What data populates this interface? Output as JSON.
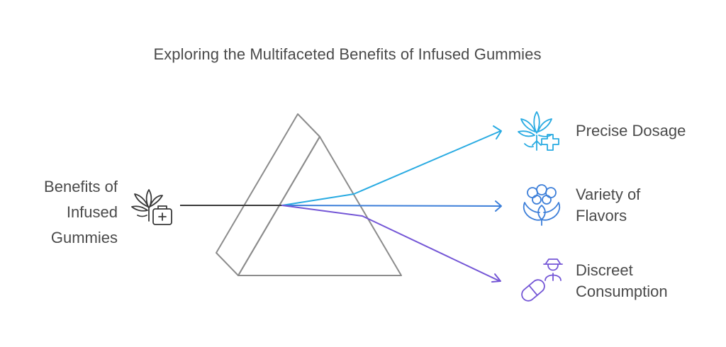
{
  "title": "Exploring the Multifaceted Benefits of Infused Gummies",
  "source": {
    "lines": [
      "Benefits of",
      "Infused",
      "Gummies"
    ],
    "icon": "cannabis-medical-kit-icon"
  },
  "outputs": [
    {
      "lines": [
        "Precise Dosage"
      ],
      "icon": "cannabis-plus-icon",
      "color": "#29abe2"
    },
    {
      "lines": [
        "Variety of",
        "Flavors"
      ],
      "icon": "flower-bouquet-icon",
      "color": "#3d7fd9"
    },
    {
      "lines": [
        "Discreet",
        "Consumption"
      ],
      "icon": "pill-person-icon",
      "color": "#7456d6"
    }
  ],
  "colors": {
    "prism": "#8c8c8c",
    "input_beam": "#3a3a3a",
    "text": "#4a4a4a"
  }
}
